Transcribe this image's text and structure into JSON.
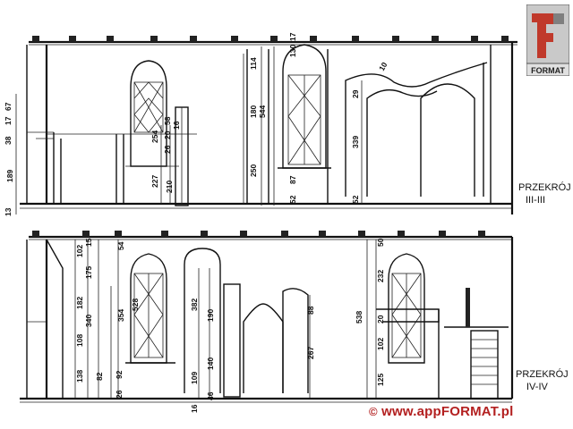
{
  "sections": {
    "upper_label": [
      "PRZEKRÓJ",
      "III-III"
    ],
    "lower_label": [
      "PRZEKRÓJ",
      "IV-IV"
    ]
  },
  "upper_dims": {
    "left_col": [
      "38",
      "17",
      "67",
      "189",
      "13"
    ],
    "center": [
      "254",
      "58",
      "20",
      "16",
      "26",
      "227",
      "210",
      "250",
      "180",
      "114",
      "544",
      "87",
      "52",
      "130",
      "17",
      "29",
      "339",
      "52",
      "10"
    ]
  },
  "lower_dims": {
    "left_col": [
      "102",
      "15",
      "175",
      "182",
      "340",
      "108",
      "138",
      "92",
      "82",
      "26",
      "54",
      "354"
    ],
    "center": [
      "528",
      "382",
      "190",
      "140",
      "109",
      "16",
      "46",
      "88",
      "267"
    ],
    "right": [
      "538",
      "232",
      "50",
      "20",
      "102",
      "125"
    ]
  },
  "logo": {
    "letter": "F",
    "word": "FORMAT"
  },
  "watermark": {
    "symbol": "©",
    "text": "www.appFORMAT.pl"
  }
}
